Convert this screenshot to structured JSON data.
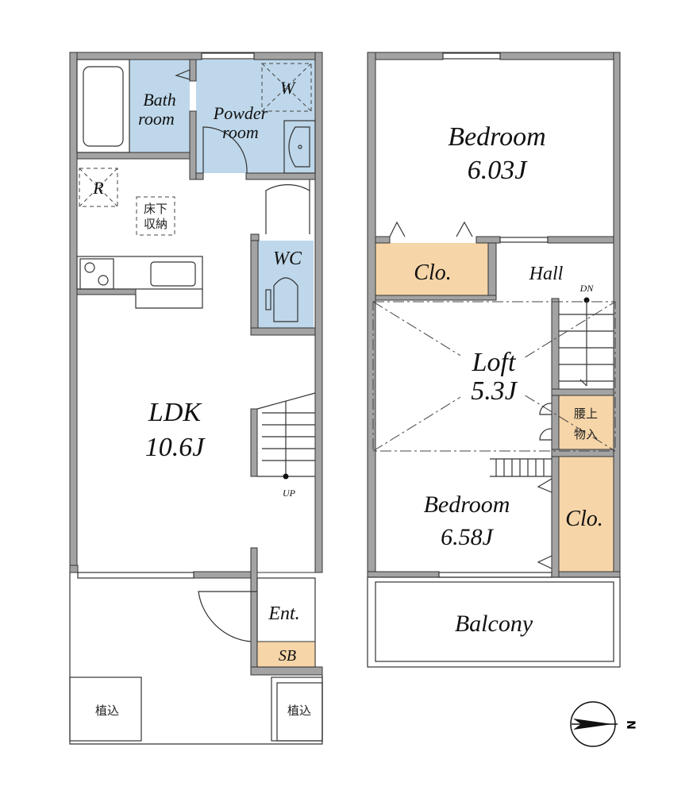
{
  "floor1": {
    "bath": [
      "Bath",
      "room"
    ],
    "powder": [
      "Powder",
      "room"
    ],
    "washer": "W",
    "fridge": "R",
    "underfloor_storage": [
      "床下",
      "収納"
    ],
    "wc": "WC",
    "ldk": {
      "name": "LDK",
      "size": "10.6J"
    },
    "stairs_up": "UP",
    "entrance": "Ent.",
    "shoe_box": "SB",
    "planting_left": "植込",
    "planting_right": "植込"
  },
  "floor2": {
    "bedroom1": {
      "name": "Bedroom",
      "size": "6.03J"
    },
    "closet1": "Clo.",
    "hall": "Hall",
    "stairs_down": "DN",
    "loft": {
      "name": "Loft",
      "size": "5.3J"
    },
    "storage": [
      "腰上",
      "物入"
    ],
    "bedroom2": {
      "name": "Bedroom",
      "size": "6.58J"
    },
    "closet2": "Clo.",
    "balcony": "Balcony"
  },
  "compass": {
    "label": "N"
  },
  "colors": {
    "wet_area": "#bed7ea",
    "closet": "#f6d5a8",
    "wall": "#a3a3a3"
  }
}
